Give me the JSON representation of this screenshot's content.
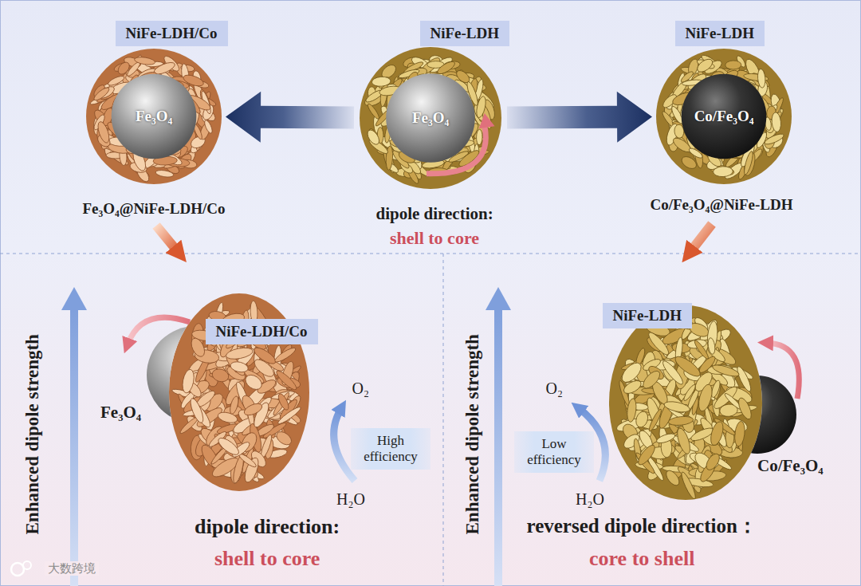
{
  "diagram": {
    "nodes": [
      {
        "text": [
          "NiFe-LDH/Co"
        ]
      },
      {
        "text": [
          "NiFe-LDH"
        ]
      },
      {
        "text": [
          "NiFe-LDH"
        ]
      },
      {
        "text": [
          "Fe₃O₄"
        ]
      },
      {
        "text": [
          "Fe₃O₄"
        ]
      },
      {
        "text": [
          "Co/Fe₃O₄"
        ]
      },
      {
        "text": [
          "NiFe-LDH/Co"
        ]
      },
      {
        "text": [
          "Fe₃O₄"
        ]
      },
      {
        "text": [
          "High efficiency"
        ]
      },
      {
        "text": [
          "NiFe-LDH"
        ]
      },
      {
        "text": [
          "Low efficiency"
        ]
      },
      {
        "text": [
          "Co/Fe₃O₄"
        ]
      }
    ],
    "edges": [
      {
        "from": 4,
        "to": 3,
        "arrow": "to"
      },
      {
        "from": 4,
        "to": 5,
        "arrow": "to"
      }
    ],
    "labels": [
      "Fe₃O₄@NiFe-LDH/Co",
      "dipole direction:",
      "shell to core",
      "Co/Fe₃O₄@NiFe-LDH",
      "Enhanced dipole strength",
      "O₂",
      "H₂O",
      "dipole direction:",
      "shell to core",
      "Enhanced dipole strength",
      "O₂",
      "H₂O",
      "reversed dipole direction：",
      "core to shell",
      "大数跨境"
    ]
  }
}
